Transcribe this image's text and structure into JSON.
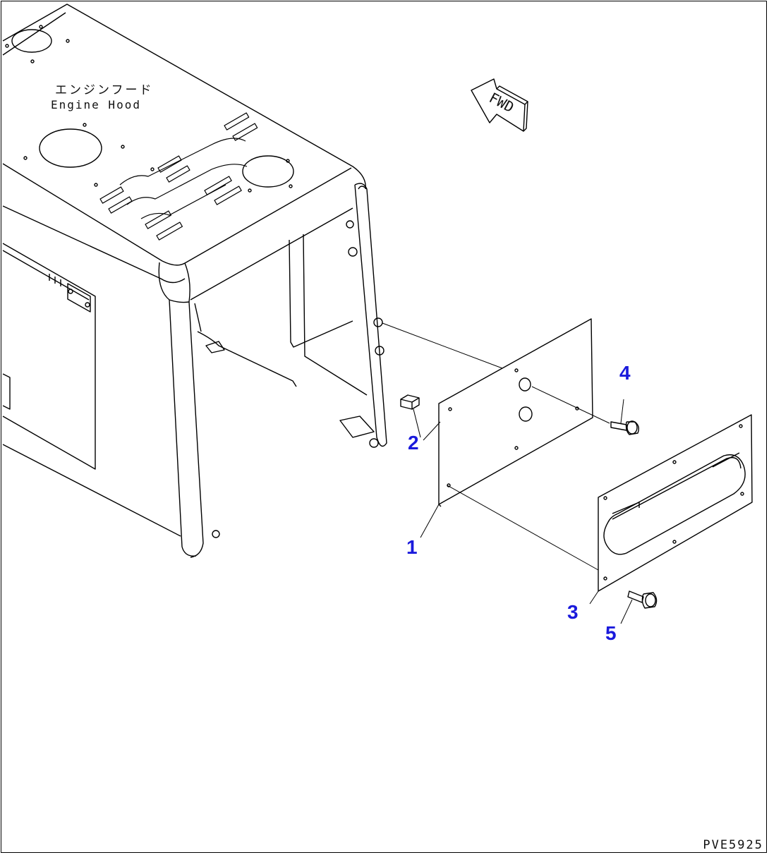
{
  "labels": {
    "part_name_jp": "エンジンフード",
    "part_name_en": "Engine Hood",
    "direction": "FWD"
  },
  "callouts": [
    "1",
    "2",
    "3",
    "4",
    "5"
  ],
  "drawing_number": "PVE5925",
  "colors": {
    "line": "#000000",
    "callout": "#1a1adc",
    "background": "#ffffff"
  }
}
